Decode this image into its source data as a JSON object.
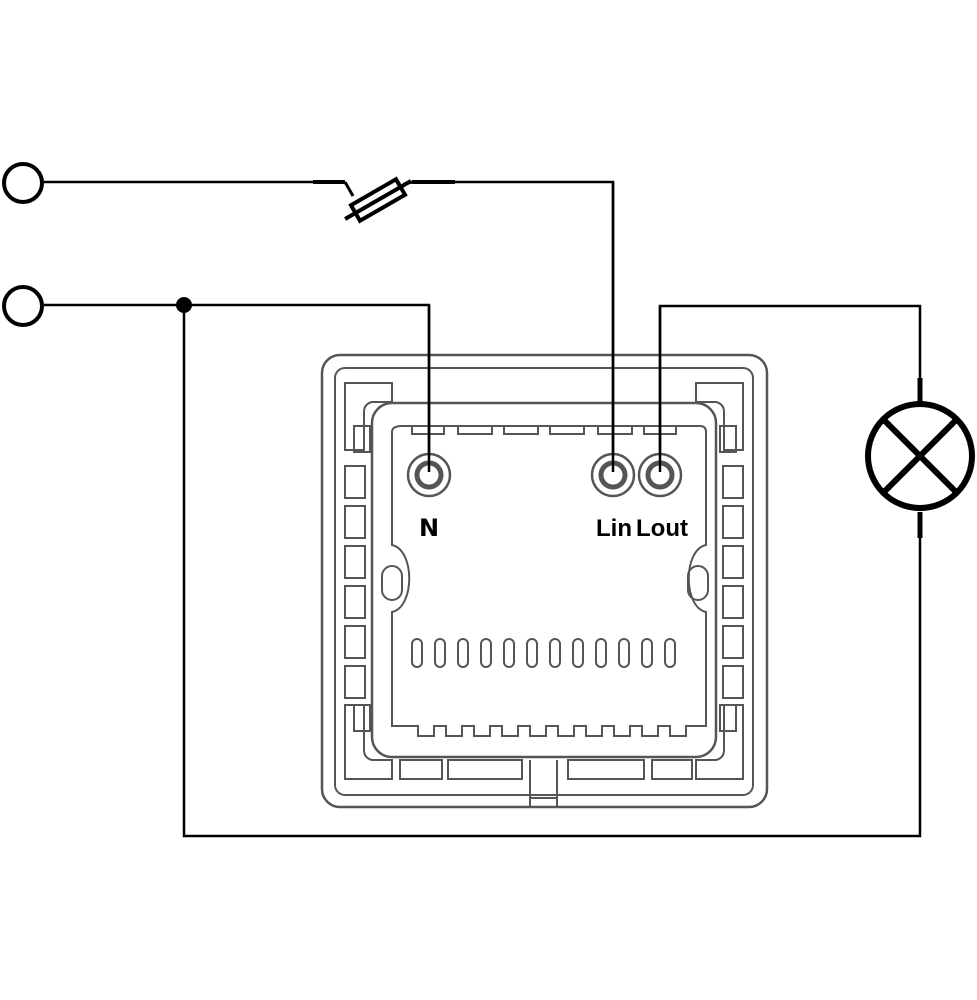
{
  "diagram": {
    "terminals": {
      "neutral_label": "N",
      "line_in_label": "Lin",
      "line_out_label": "Lout"
    }
  },
  "colors": {
    "wire": "#000000",
    "device_outline": "#555555",
    "background": "#ffffff"
  },
  "icons": [
    "input-terminal-icon",
    "fuse-icon",
    "lamp-icon",
    "junction-dot-icon",
    "screw-terminal-icon"
  ]
}
